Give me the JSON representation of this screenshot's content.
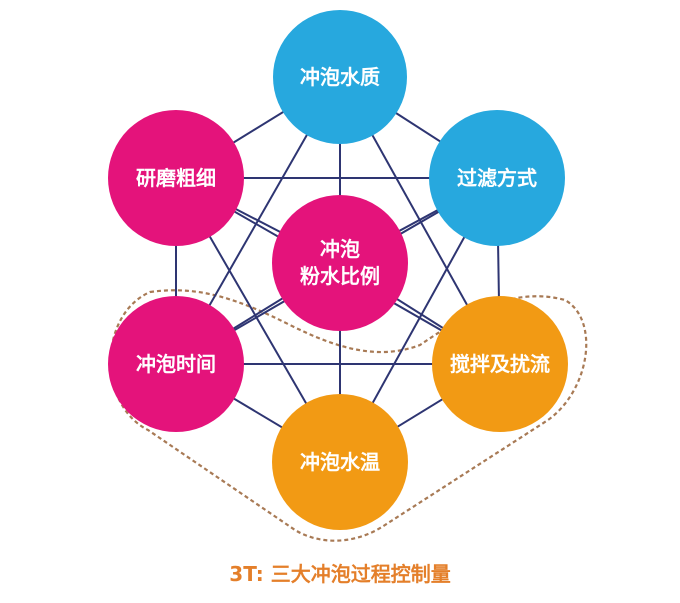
{
  "colors": {
    "blue": "#27a8de",
    "pink": "#e4137b",
    "orange": "#f29a14",
    "line": "#2e3572",
    "dash": "#a87a55",
    "caption": "#e47f2a"
  },
  "nodes": [
    {
      "id": "water-quality",
      "lines": [
        "冲泡水质"
      ],
      "color": "blue"
    },
    {
      "id": "filtration-method",
      "lines": [
        "过滤方式"
      ],
      "color": "blue"
    },
    {
      "id": "grind-size",
      "lines": [
        "研磨粗细"
      ],
      "color": "pink"
    },
    {
      "id": "brew-ratio",
      "lines": [
        "冲泡",
        "粉水比例"
      ],
      "color": "pink"
    },
    {
      "id": "brew-time",
      "lines": [
        "冲泡时间"
      ],
      "color": "pink"
    },
    {
      "id": "agitation",
      "lines": [
        "搅拌及扰流"
      ],
      "color": "orange"
    },
    {
      "id": "water-temperature",
      "lines": [
        "冲泡水温"
      ],
      "color": "orange"
    }
  ],
  "edges": [
    [
      "water-quality",
      "filtration-method"
    ],
    [
      "water-quality",
      "grind-size"
    ],
    [
      "water-quality",
      "brew-ratio"
    ],
    [
      "water-quality",
      "brew-time"
    ],
    [
      "water-quality",
      "agitation"
    ],
    [
      "water-quality",
      "water-temperature"
    ],
    [
      "filtration-method",
      "grind-size"
    ],
    [
      "filtration-method",
      "brew-ratio"
    ],
    [
      "filtration-method",
      "brew-time"
    ],
    [
      "filtration-method",
      "agitation"
    ],
    [
      "filtration-method",
      "water-temperature"
    ],
    [
      "grind-size",
      "brew-ratio"
    ],
    [
      "grind-size",
      "brew-time"
    ],
    [
      "grind-size",
      "agitation"
    ],
    [
      "grind-size",
      "water-temperature"
    ],
    [
      "brew-ratio",
      "brew-time"
    ],
    [
      "brew-ratio",
      "agitation"
    ],
    [
      "brew-ratio",
      "water-temperature"
    ],
    [
      "brew-time",
      "agitation"
    ],
    [
      "brew-time",
      "water-temperature"
    ],
    [
      "agitation",
      "water-temperature"
    ]
  ],
  "highlight_group": [
    "brew-time",
    "agitation",
    "water-temperature"
  ],
  "caption": "3T: 三大冲泡过程控制量"
}
